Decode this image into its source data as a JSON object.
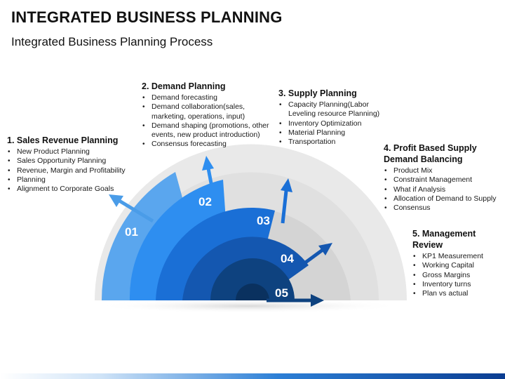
{
  "header": {
    "title": "INTEGRATED BUSINESS PLANNING",
    "subtitle": "Integrated Business Planning Process"
  },
  "steps": [
    {
      "number": "01",
      "title": "1. Sales Revenue Planning",
      "items": [
        "New Product Planning",
        "Sales Opportunity Planning",
        "Revenue, Margin and Profitability",
        "Planning",
        "Alignment to Corporate Goals"
      ]
    },
    {
      "number": "02",
      "title": "2. Demand Planning",
      "items": [
        "Demand forecasting",
        "Demand collaboration(sales, marketing, operations, input)",
        "Demand shaping (promotions, other events, new product introduction)",
        "Consensus forecasting"
      ]
    },
    {
      "number": "03",
      "title": "3. Supply Planning",
      "items": [
        "Capacity Planning(Labor Leveling resource Planning)",
        "Inventory Optimization",
        "Material Planning",
        "Transportation"
      ]
    },
    {
      "number": "04",
      "title": "4. Profit Based Supply Demand Balancing",
      "items": [
        "Product Mix",
        "Constraint Management",
        "What if Analysis",
        "Allocation of Demand to Supply",
        "Consensus"
      ]
    },
    {
      "number": "05",
      "title": "5. Management Review",
      "items": [
        "KP1 Measurement",
        "Working Capital",
        "Gross Margins",
        "Inventory turns",
        "Plan vs actual"
      ]
    }
  ],
  "colors": {
    "step1": "#5aa6ee",
    "step2": "#2e8ef0",
    "step3": "#1a6fd6",
    "step4": "#1457b0",
    "step5": "#0e427f",
    "gray_outer": "#e9e9e9",
    "gray_mid": "#dcdcdc",
    "gray_inner": "#cfcfcf"
  }
}
